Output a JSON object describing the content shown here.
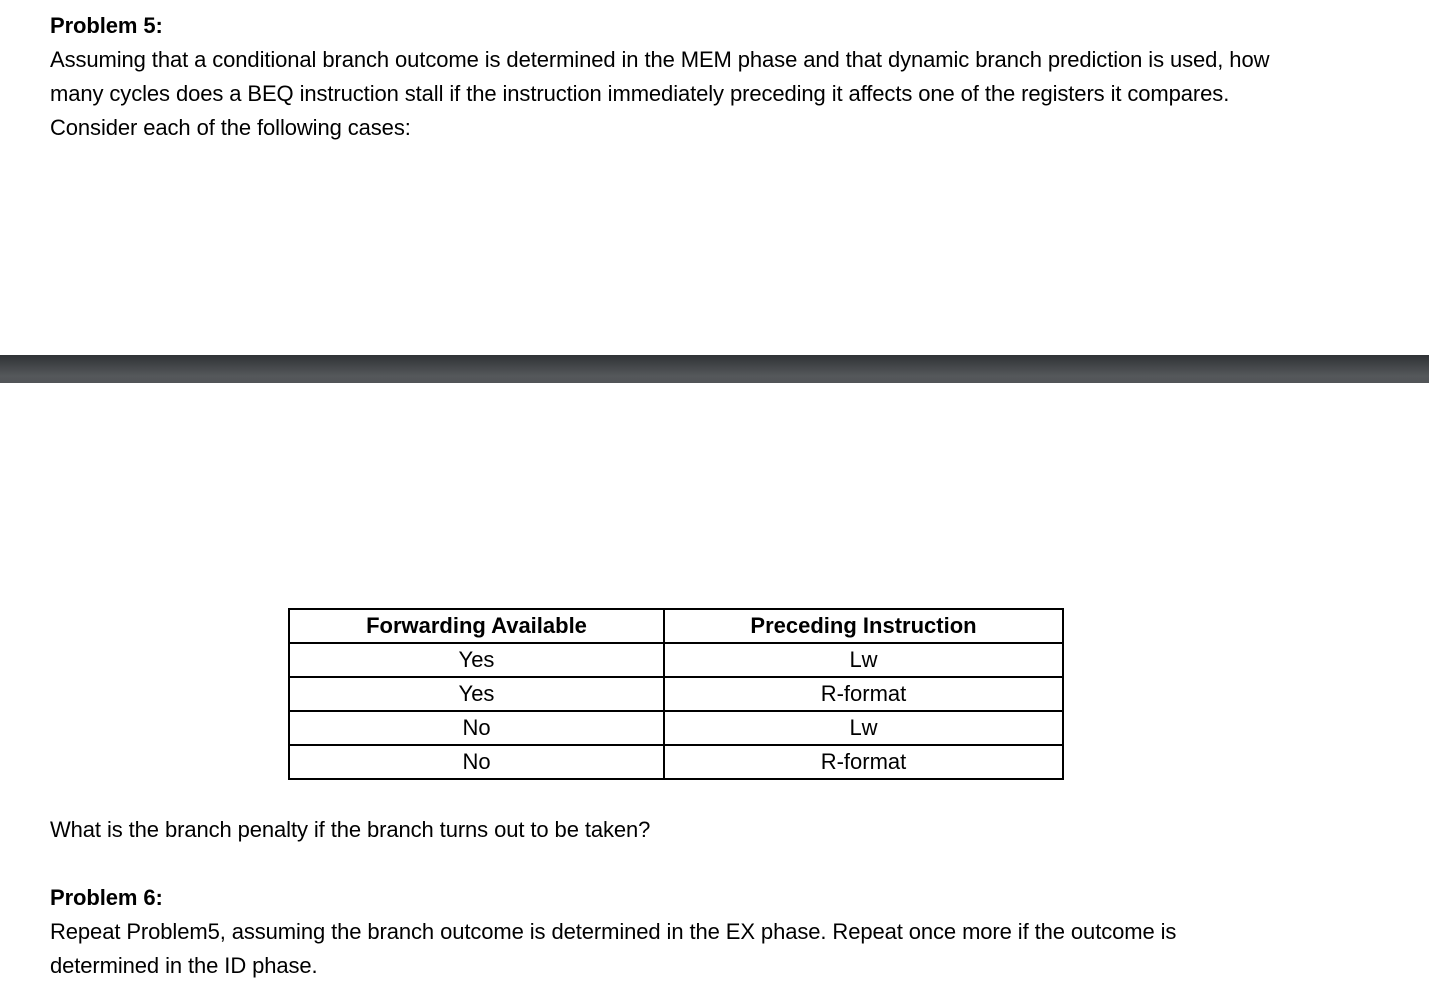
{
  "problem5": {
    "heading": "Problem 5:",
    "body": "Assuming that a conditional branch outcome is determined in the MEM phase and that dynamic branch prediction is used, how many cycles does a BEQ instruction stall if the instruction immediately preceding it affects one of the registers it compares. Consider each of the following cases:"
  },
  "table": {
    "headers": [
      "Forwarding Available",
      "Preceding Instruction"
    ],
    "rows": [
      [
        "Yes",
        "Lw"
      ],
      [
        "Yes",
        "R-format"
      ],
      [
        "No",
        "Lw"
      ],
      [
        "No",
        "R-format"
      ]
    ]
  },
  "question": "What is the branch penalty if the branch turns out to be taken?",
  "problem6": {
    "heading": "Problem 6:",
    "body": "Repeat Problem5, assuming the branch outcome is determined in the EX phase. Repeat once more if the outcome is determined in the ID phase."
  },
  "separator": {
    "top_color": "#2f3235",
    "mid_color": "#55585b",
    "bottom_color": "#515457"
  },
  "colors": {
    "page_background": "#ffffff",
    "text": "#000000",
    "table_border": "#000000"
  }
}
